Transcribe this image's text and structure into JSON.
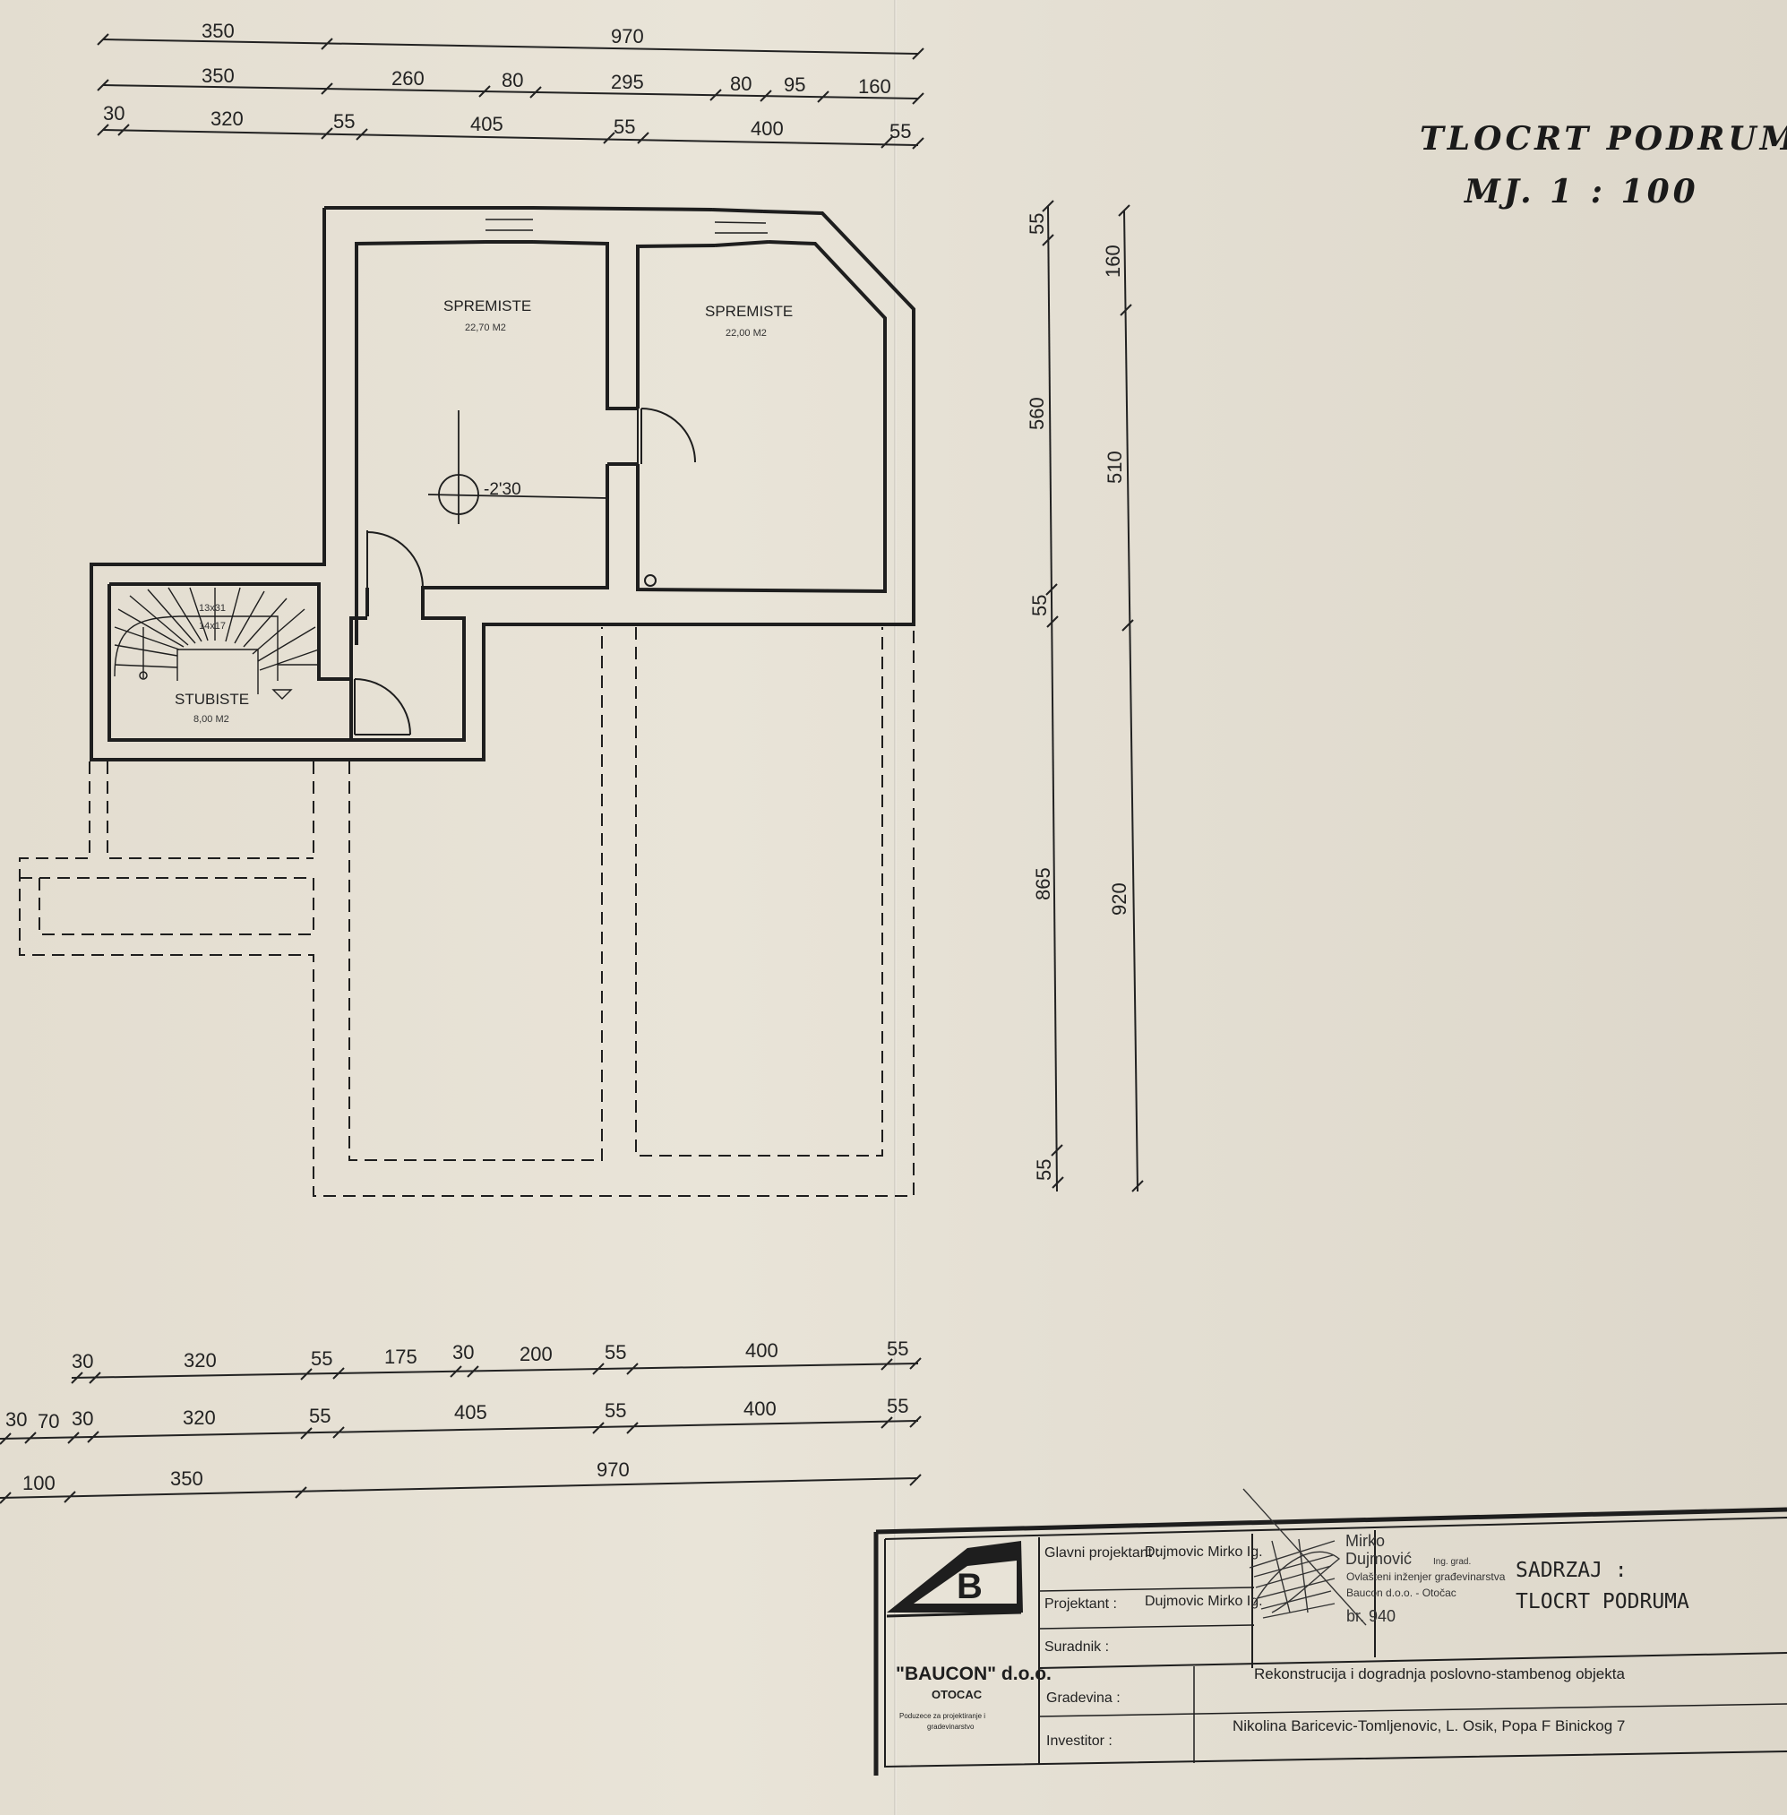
{
  "title": {
    "line1": "TLOCRT PODRUMA",
    "line2": "MJ. 1 : 100"
  },
  "dimensions": {
    "top_row1": [
      "350",
      "970"
    ],
    "top_row2": [
      "350",
      "260",
      "80",
      "295",
      "80",
      "95",
      "160"
    ],
    "top_row3": [
      "30",
      "320",
      "55",
      "405",
      "55",
      "400",
      "55"
    ],
    "bottom_row1": [
      "30",
      "320",
      "55",
      "175",
      "30",
      "200",
      "55",
      "400",
      "55"
    ],
    "bottom_row2": [
      "30",
      "70",
      "30",
      "320",
      "55",
      "405",
      "55",
      "400",
      "55"
    ],
    "bottom_row3": [
      "100",
      "350",
      "970"
    ],
    "right_col1": [
      "55",
      "560",
      "55",
      "865",
      "55"
    ],
    "right_col2": [
      "160",
      "510",
      "920"
    ]
  },
  "rooms": [
    {
      "name": "SPREMISTE",
      "area": "22,70 M2"
    },
    {
      "name": "SPREMISTE",
      "area": "22,00 M2"
    },
    {
      "name": "STUBISTE",
      "area": "8,00 M2"
    }
  ],
  "level_mark": "-2'30",
  "stair_labels": [
    "13x31",
    "14x17"
  ],
  "title_block": {
    "company": "\"BAUCON\" d.o.o.",
    "city": "OTOCAC",
    "company_desc_1": "Poduzece za projektiranje i",
    "company_desc_2": "gradevinarstvo",
    "glavni_label": "Glavni projektant :",
    "glavni_value": "Dujmovic Mirko Ig.",
    "projektant_label": "Projektant :",
    "projektant_value": "Dujmovic Mirko Ig.",
    "suradnik_label": "Suradnik :",
    "gradevina_label": "Gradevina :",
    "gradevina_value": "Rekonstrucija i dogradnja poslovno-stambenog objekta",
    "investitor_label": "Investitor :",
    "investitor_value": "Nikolina Baricevic-Tomljenovic, L. Osik, Popa F Binickog 7",
    "sadrzaj_label": "SADRZAJ :",
    "sadrzaj_value": "TLOCRT PODRUMA",
    "stamp_line1": "Mirko",
    "stamp_line2": "Dujmović",
    "stamp_line2b": "Ing. grad.",
    "stamp_line3": "Ovlašteni inženjer građevinarstva",
    "stamp_line4": "Baucon d.o.o. - Otočac",
    "stamp_line5": "br. 940"
  },
  "colors": {
    "paper": "#e7e2d6",
    "ink": "#1e1e1e"
  }
}
